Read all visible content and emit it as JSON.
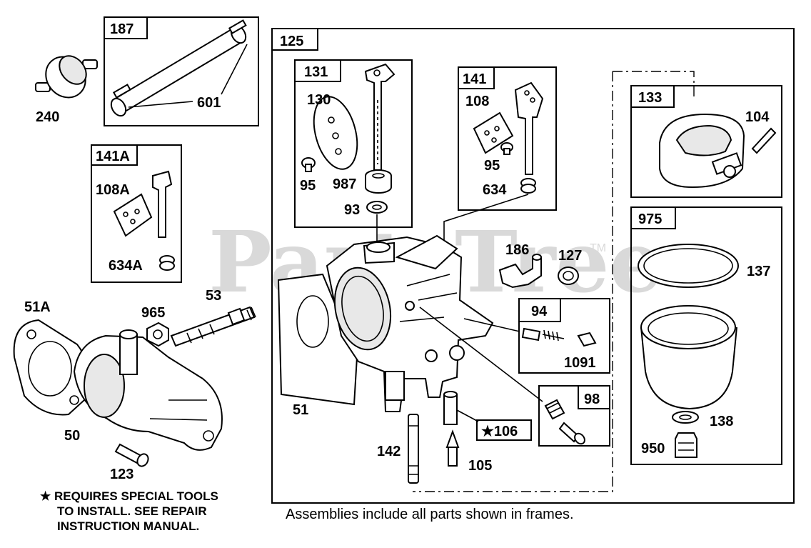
{
  "watermark": {
    "text": "PartsTree",
    "trademark": "TM"
  },
  "frames": {
    "f125": "125",
    "f131": "131",
    "f141": "141",
    "f133": "133",
    "f975": "975",
    "f94": "94",
    "f98": "98",
    "f187": "187",
    "f141A": "141A"
  },
  "labels": {
    "p240": "240",
    "p601": "601",
    "p108A": "108A",
    "p634A": "634A",
    "p51A": "51A",
    "p965": "965",
    "p53": "53",
    "p50": "50",
    "p123": "123",
    "p130": "130",
    "p95a": "95",
    "p987": "987",
    "p93": "93",
    "p108": "108",
    "p95b": "95",
    "p634": "634",
    "p104": "104",
    "p137": "137",
    "p138": "138",
    "p950": "950",
    "p186": "186",
    "p127": "127",
    "p1091": "1091",
    "p51": "51",
    "p142": "142",
    "p105": "105",
    "p106": "★106"
  },
  "note": {
    "line1": "★ REQUIRES SPECIAL TOOLS",
    "line2": "TO INSTALL.  SEE REPAIR",
    "line3": "INSTRUCTION MANUAL."
  },
  "caption": "Assemblies include all parts shown in frames."
}
